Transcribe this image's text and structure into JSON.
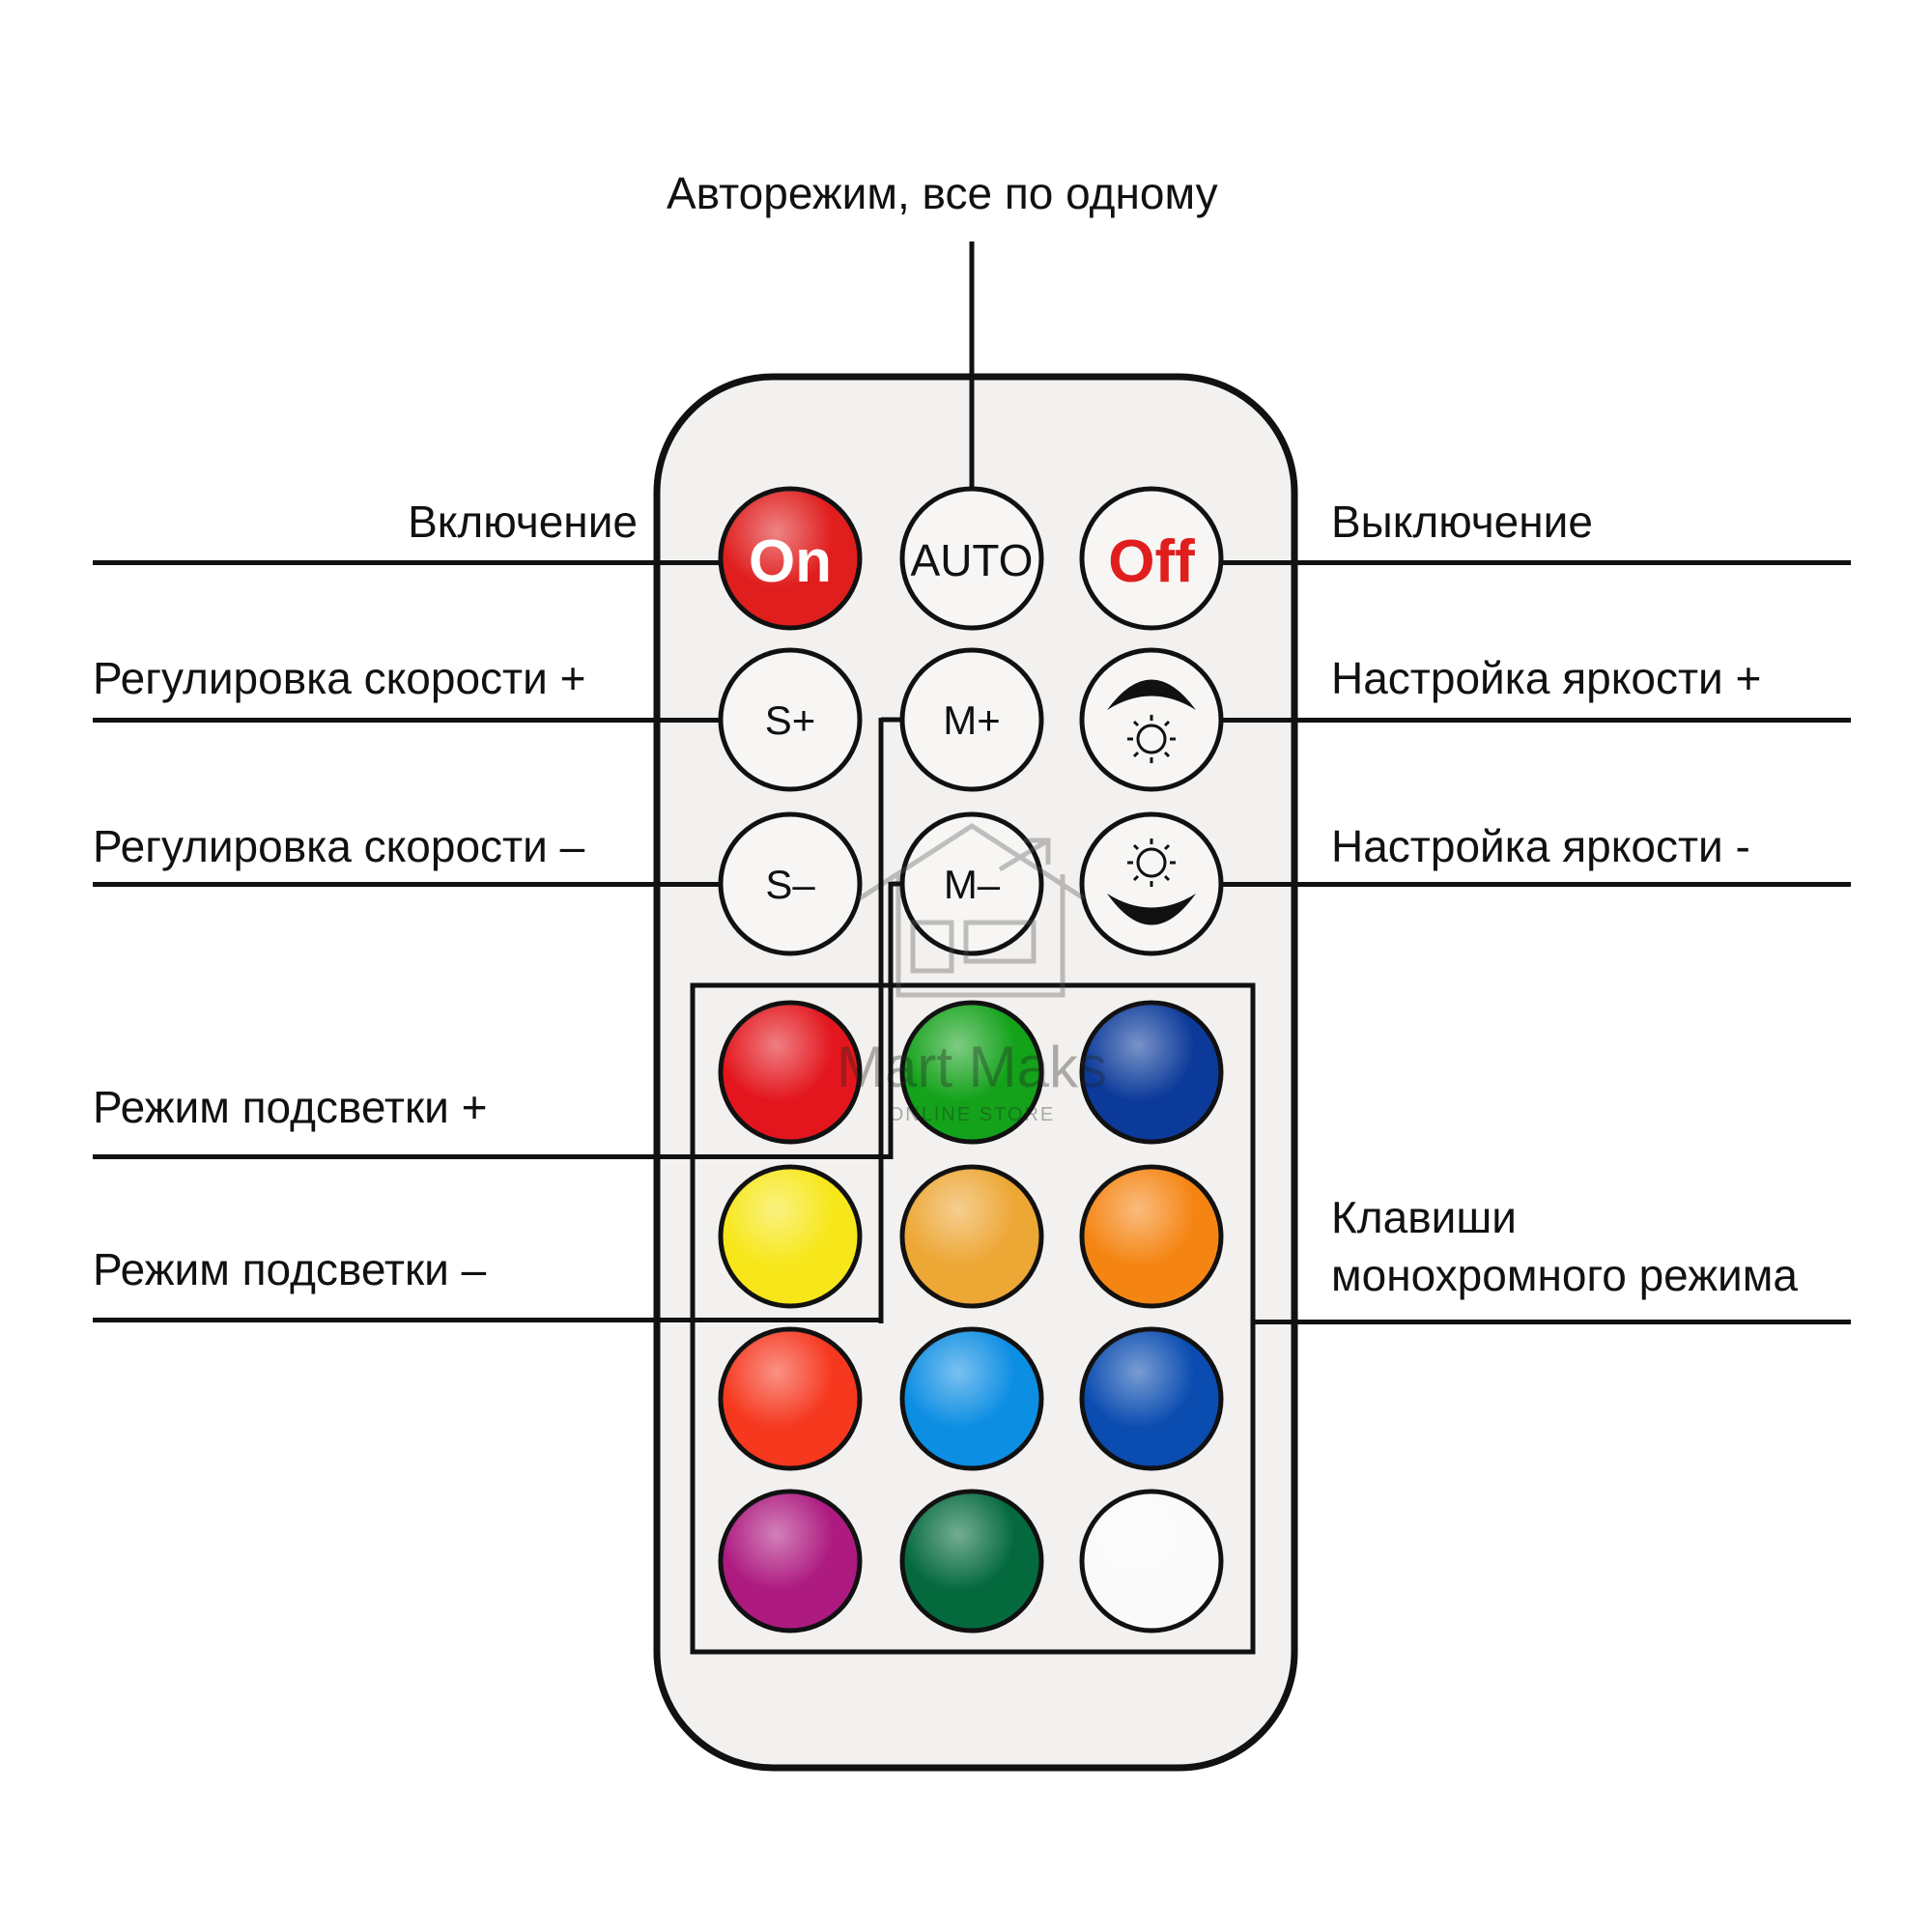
{
  "labels": {
    "auto_mode": "Авторежим, все по одному",
    "power_on": "Включение",
    "power_off": "Выключение",
    "speed_up": "Регулировка скорости +",
    "speed_down": "Регулировка скорости –",
    "brightness_up": "Настройка яркости +",
    "brightness_down": "Настройка яркости -",
    "mode_up": "Режим подсветки +",
    "mode_down": "Режим подсветки –",
    "mono_line1": "Клавиши",
    "mono_line2": "монохромного режима"
  },
  "buttons": {
    "on": "On",
    "auto": "AUTO",
    "off": "Off",
    "speed_plus": "S+",
    "mode_plus": "M+",
    "speed_minus": "S–",
    "mode_minus": "M–"
  },
  "colors": {
    "on_button": "#e01e1e",
    "off_text": "#e01e1e",
    "remote_body": "#f3f1ef",
    "outline": "#111111",
    "swatches": [
      [
        "#e3161d",
        "#14a21b",
        "#0b3a9a"
      ],
      [
        "#f7e71a",
        "#eda735",
        "#f58513"
      ],
      [
        "#f6381f",
        "#0c8ee3",
        "#0a4cb0"
      ],
      [
        "#ad1a80",
        "#046a3e",
        "#fafafa"
      ]
    ]
  },
  "watermark": {
    "name": "Mart Maks",
    "tagline": "ONLINE STORE"
  },
  "icons": {
    "brightness_up": "sun-arrow-up-icon",
    "brightness_down": "sun-arrow-down-icon",
    "watermark": "house-logo-icon"
  }
}
